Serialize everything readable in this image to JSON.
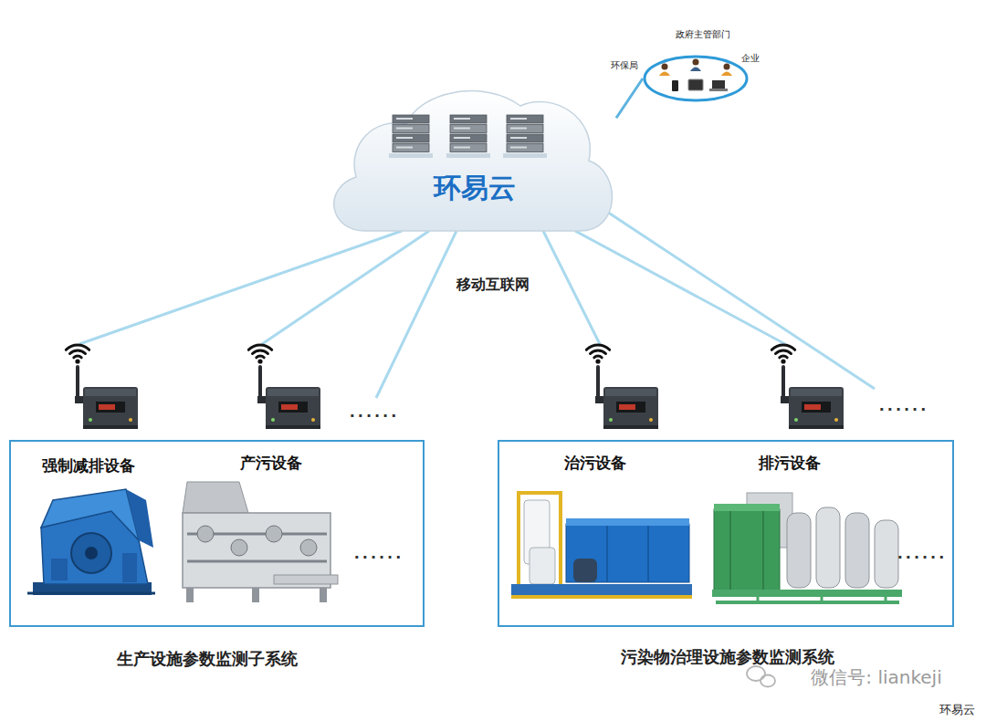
{
  "diagram": {
    "nodes": [
      {
        "text": [
          "环易云"
        ]
      },
      {
        "text": [
          "政府主管部门",
          "环保局",
          "企业"
        ]
      },
      {
        "text": [
          "生产设施参数监测子系统"
        ]
      },
      {
        "text": [
          "强制减排设备"
        ],
        "in": 2
      },
      {
        "text": [
          "产污设备"
        ],
        "in": 2
      },
      {
        "text": [
          "污染物治理设施参数监测系统"
        ]
      },
      {
        "text": [
          "治污设备"
        ],
        "in": 5
      },
      {
        "text": [
          "排污设备"
        ],
        "in": 5
      }
    ],
    "edges": [
      {
        "from": 0,
        "to": 1,
        "arrow": "none"
      },
      {
        "from": 0,
        "to": 3,
        "arrow": "none"
      },
      {
        "from": 0,
        "to": 4,
        "arrow": "none"
      },
      {
        "from": 0,
        "to": 6,
        "arrow": "none"
      },
      {
        "from": 0,
        "to": 7,
        "arrow": "none"
      }
    ],
    "labels": [
      "移动互联网",
      "......",
      "......",
      "......",
      "......",
      "微信号: liankeji",
      "环易云"
    ]
  }
}
